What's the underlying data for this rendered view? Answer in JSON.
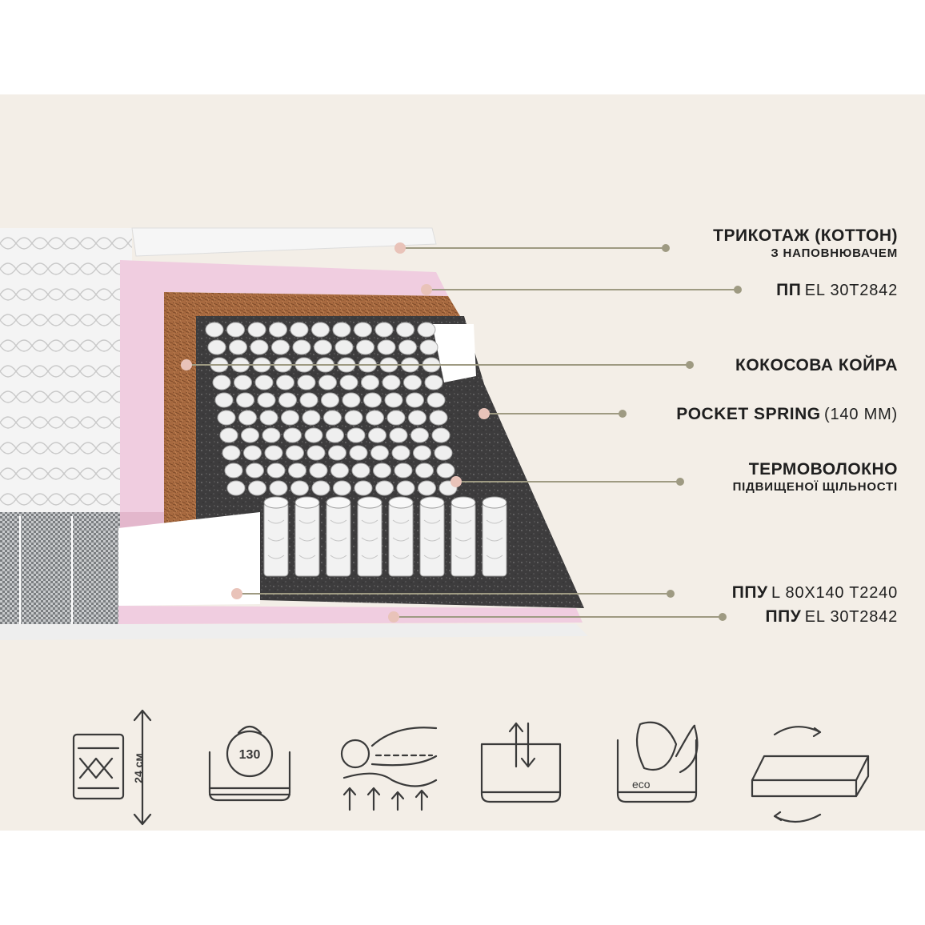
{
  "colors": {
    "background": "#f3eee7",
    "leader": "#9e9a82",
    "dot": "#e9c3b9",
    "pink_foam": "#f1cfe0",
    "coconut": "#a8683f",
    "felt": "#3b3a3b",
    "spring": "#eeeeee"
  },
  "layers": [
    {
      "id": "knit",
      "bold": "ТРИКОТАЖ (КОТТОН)",
      "regular": "",
      "sub": "З НАПОВНЮВАЧЕМ"
    },
    {
      "id": "pp",
      "bold": "ПП",
      "regular": "EL 30T2842",
      "sub": ""
    },
    {
      "id": "coconut",
      "bold": "КОКОСОВА КОЙРА",
      "regular": "",
      "sub": ""
    },
    {
      "id": "pocket",
      "bold": "POCKET SPRING",
      "regular": "(140 ММ)",
      "sub": ""
    },
    {
      "id": "thermo",
      "bold": "ТЕРМОВОЛОКНО",
      "regular": "",
      "sub": "ПІДВИЩЕНОЇ ЩІЛЬНОСТІ"
    },
    {
      "id": "ppu1",
      "bold": "ППУ",
      "regular": "L 80X140 T2240",
      "sub": ""
    },
    {
      "id": "ppu2",
      "bold": "ППУ",
      "regular": "EL 30T2842",
      "sub": ""
    }
  ],
  "features": [
    {
      "icon": "height-24cm-icon",
      "text": "24 см"
    },
    {
      "icon": "weight-130kg-icon",
      "text": "130"
    },
    {
      "icon": "orthopedic-support-icon",
      "text": ""
    },
    {
      "icon": "breathable-airflow-icon",
      "text": ""
    },
    {
      "icon": "eco-leaf-icon",
      "text": "eco"
    },
    {
      "icon": "two-sided-flip-icon",
      "text": ""
    }
  ]
}
